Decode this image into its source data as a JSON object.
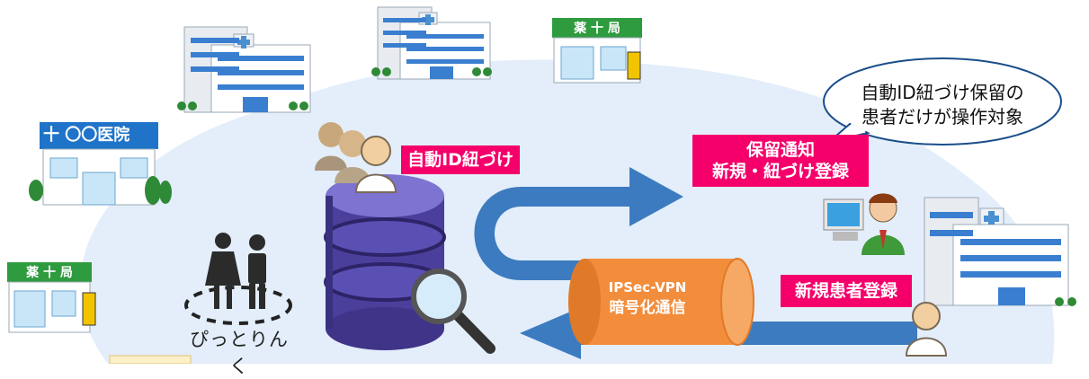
{
  "labels": {
    "auto_id": "自動ID紐づけ",
    "hold_notice_line1": "保留通知",
    "hold_notice_line2": "新規・紐づけ登録",
    "new_patient": "新規患者登録"
  },
  "bubble": {
    "line1": "自動ID紐づけ保留の",
    "line2": "患者だけが操作対象"
  },
  "vpn": {
    "line1": "IPSec-VPN",
    "line2": "暗号化通信"
  },
  "brand": {
    "name": "ぴっとりんく"
  },
  "clinic": {
    "name": "十 〇〇医院"
  },
  "pharmacy": {
    "name": "薬 十 局"
  },
  "colors": {
    "label_bg": "#f5006a",
    "arrow_blue": "#3c7bbf",
    "db_purple": "#5a4fb3",
    "vpn_orange": "#f28d3c",
    "cloud_bg": "#e3eefa"
  }
}
